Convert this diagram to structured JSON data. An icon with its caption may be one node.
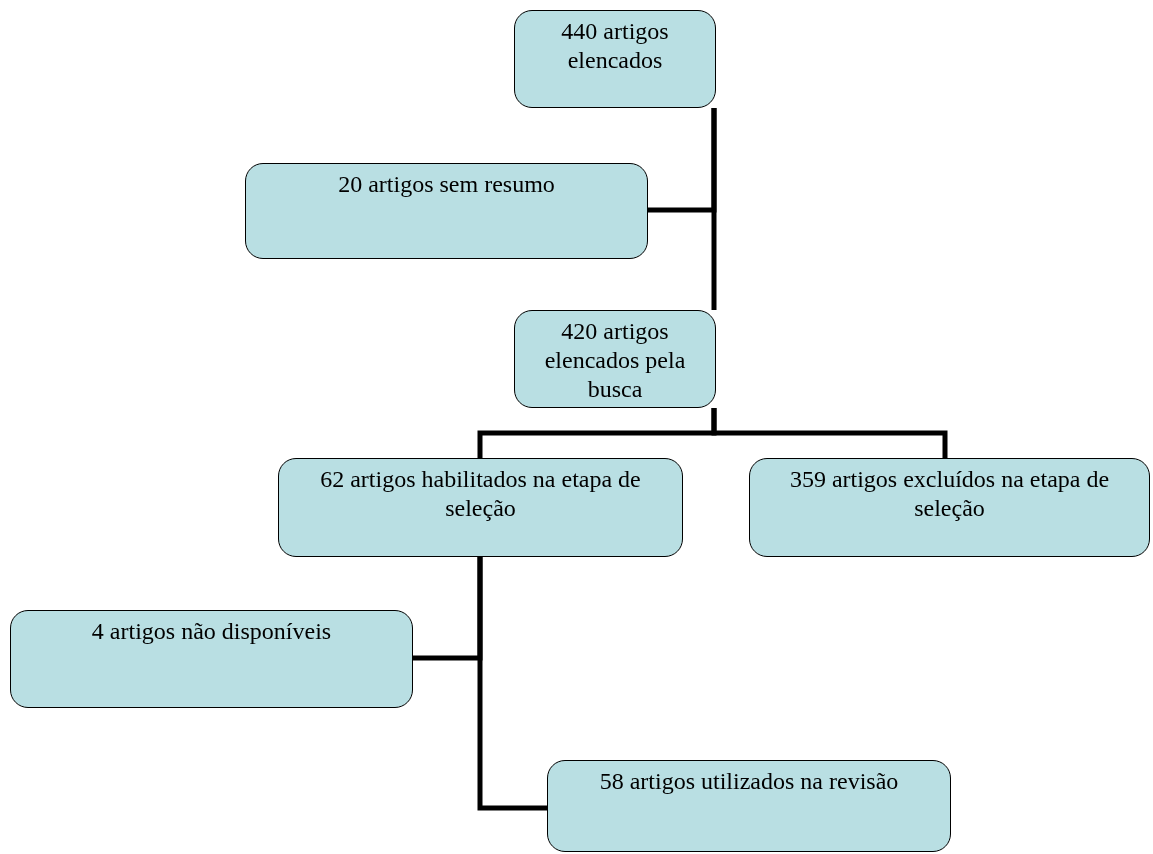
{
  "diagram": {
    "nodes": [
      {
        "text": [
          "440 artigos elencados"
        ]
      },
      {
        "text": [
          "20 artigos sem resumo"
        ]
      },
      {
        "text": [
          "420 artigos elencados pela busca"
        ]
      },
      {
        "text": [
          "62 artigos habilitados na etapa de seleção"
        ]
      },
      {
        "text": [
          "359 artigos excluídos na etapa de seleção"
        ]
      },
      {
        "text": [
          "4 artigos não disponíveis"
        ]
      },
      {
        "text": [
          "58 artigos utilizados na revisão"
        ]
      }
    ],
    "edges": [
      {
        "from": 0,
        "to": 1,
        "arrow": "none"
      },
      {
        "from": 0,
        "to": 2,
        "arrow": "none"
      },
      {
        "from": 2,
        "to": 3,
        "arrow": "none"
      },
      {
        "from": 2,
        "to": 4,
        "arrow": "none"
      },
      {
        "from": 3,
        "to": 5,
        "arrow": "none"
      },
      {
        "from": 3,
        "to": 6,
        "arrow": "none"
      }
    ]
  }
}
